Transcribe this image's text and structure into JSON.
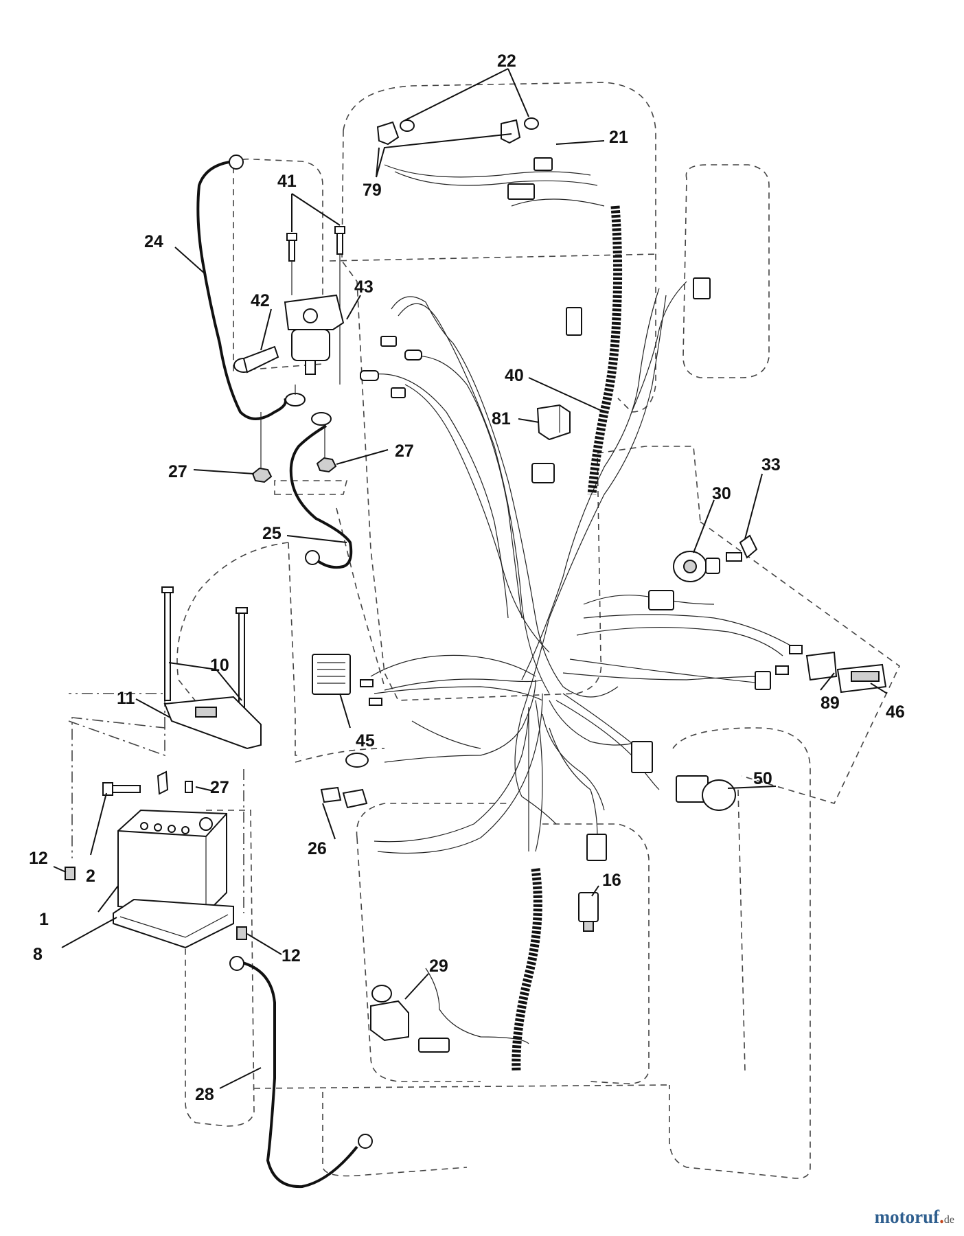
{
  "callouts": {
    "c1": "1",
    "c2": "2",
    "c8": "8",
    "c10": "10",
    "c11": "11",
    "c12a": "12",
    "c12b": "12",
    "c16": "16",
    "c21": "21",
    "c22": "22",
    "c24": "24",
    "c25": "25",
    "c26": "26",
    "c27a": "27",
    "c27b": "27",
    "c27c": "27",
    "c28": "28",
    "c29": "29",
    "c30": "30",
    "c33": "33",
    "c40": "40",
    "c41": "41",
    "c42": "42",
    "c43": "43",
    "c45": "45",
    "c46": "46",
    "c50": "50",
    "c79": "79",
    "c81": "81",
    "c89": "89"
  },
  "watermark": {
    "brand_main": "motoruf",
    "dot": ".",
    "tld": "de"
  }
}
